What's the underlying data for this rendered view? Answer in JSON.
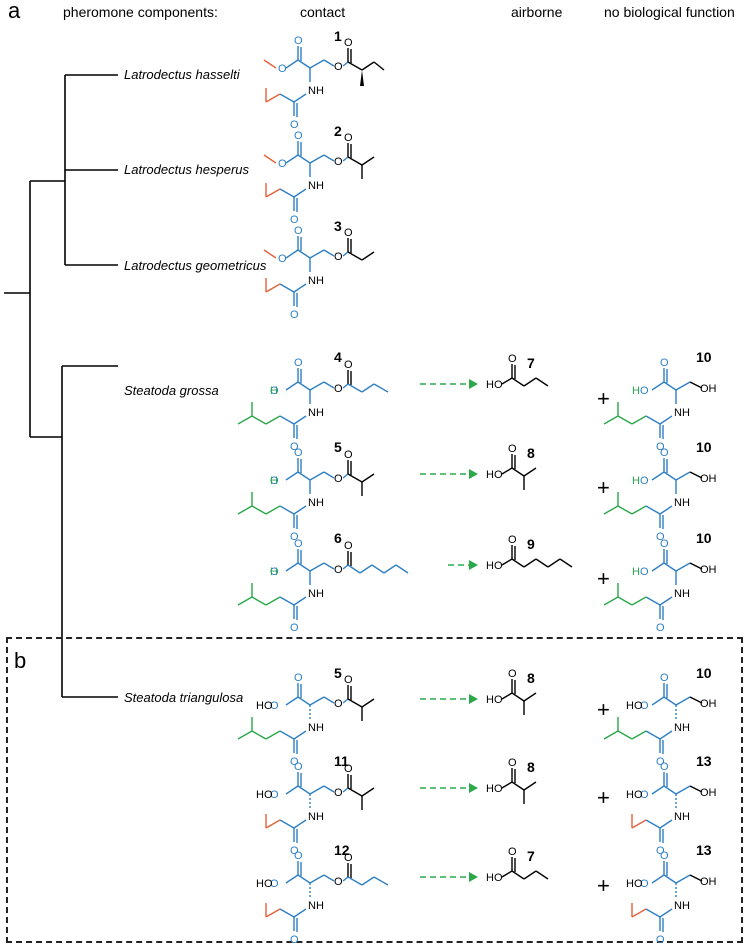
{
  "panels": {
    "a": "a",
    "b": "b"
  },
  "headers": {
    "components": "pheromone components:",
    "contact": "contact",
    "airborne": "airborne",
    "none": "no biological function"
  },
  "species": [
    "Latrodectus hasselti",
    "Latrodectus hesperus",
    "Latrodectus geometricus",
    "Steatoda grossa",
    "Steatoda triangulosa"
  ],
  "atoms": {
    "O": "O",
    "HO": "HO",
    "H": "H",
    "NH": "NH",
    "OH": "OH"
  },
  "plus": "+",
  "compound_numbers": {
    "r0": "1",
    "r1": "2",
    "r2": "3",
    "r3": "4",
    "r4": "5",
    "r5": "6",
    "r6": "5",
    "r7": "11",
    "r8": "12",
    "a3": "7",
    "a4": "8",
    "a5": "9",
    "a6": "8",
    "a7": "8",
    "a8": "7",
    "n3": "10",
    "n4": "10",
    "n5": "10",
    "n6": "10",
    "n7": "13",
    "n8": "13"
  },
  "colors": {
    "blue": "#2e7fc4",
    "orange": "#e2603a",
    "green": "#2aa84a",
    "black": "#000000"
  }
}
